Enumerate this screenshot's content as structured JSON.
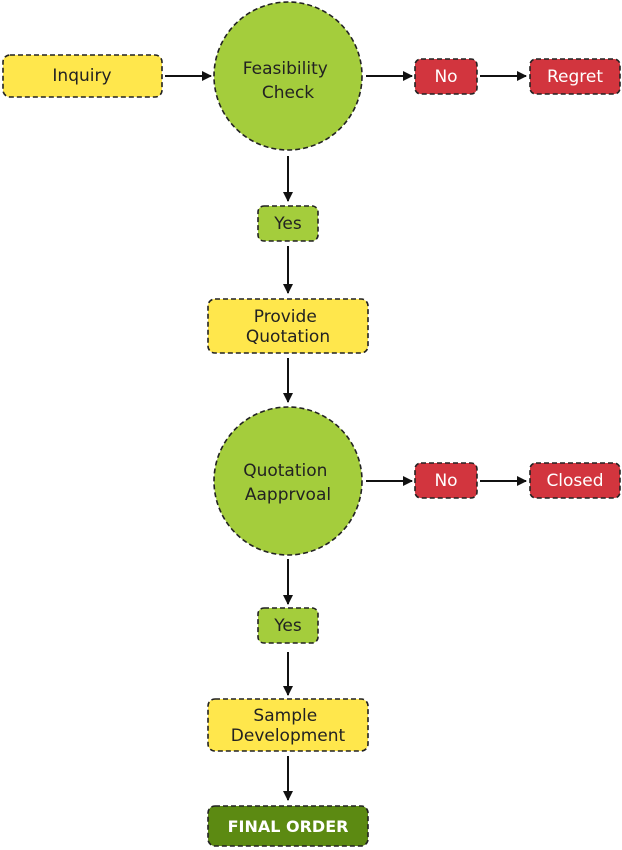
{
  "colors": {
    "yellow": "#FFE74C",
    "green": "#A4CD3C",
    "red": "#D2353E",
    "dark_green": "#5C8A12",
    "stroke": "#222222"
  },
  "nodes": {
    "inquiry": "Inquiry",
    "feasibility_check": [
      "Feasibility",
      "Check"
    ],
    "no_1": "No",
    "regret": "Regret",
    "yes_1": "Yes",
    "provide_quotation": [
      "Provide",
      "Quotation"
    ],
    "quotation_approval": [
      "Quotation",
      "Aapprvoal"
    ],
    "no_2": "No",
    "closed": "Closed",
    "yes_2": "Yes",
    "sample_development": [
      "Sample",
      "Development"
    ],
    "final_order": "FINAL ORDER"
  }
}
